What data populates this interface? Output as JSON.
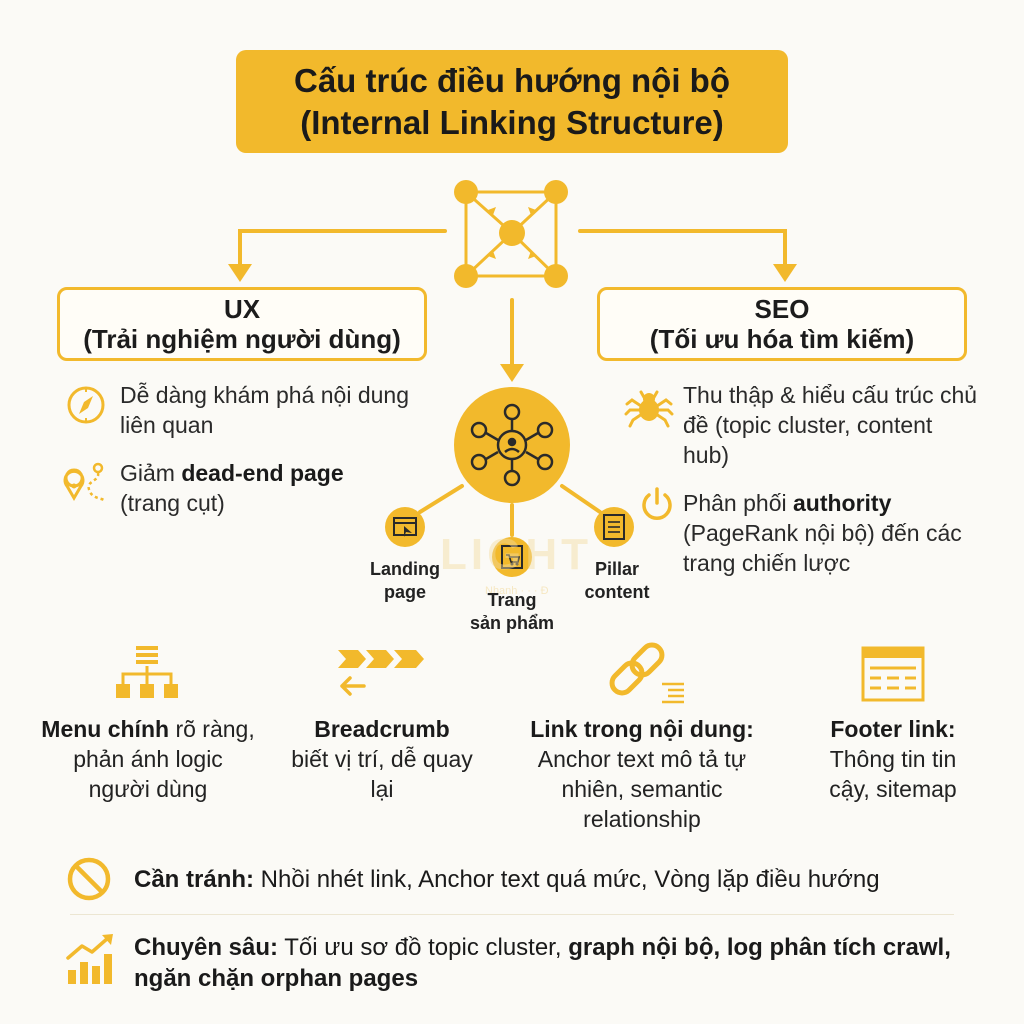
{
  "title": {
    "line1": "Cấu trúc điều hướng nội bộ",
    "line2": "(Internal Linking Structure)"
  },
  "ux": {
    "title": "UX",
    "subtitle": "(Trải nghiệm người dùng)",
    "item1": "Dễ dàng khám phá nội dung liên quan",
    "item2_pre": "Giảm ",
    "item2_bold": "dead-end page",
    "item2_post": "(trang cụt)"
  },
  "seo": {
    "title": "SEO",
    "subtitle": "(Tối ưu hóa tìm kiếm)",
    "item1": "Thu thập & hiểu cấu trúc chủ đề (topic cluster, content hub)",
    "item2_pre": "Phân phối ",
    "item2_bold": "authority",
    "item2_post": "(PageRank nội bộ) đến các trang chiến lược"
  },
  "hub": {
    "landing_1": "Landing",
    "landing_2": "page",
    "product_1": "Trang",
    "product_2": "sản phẩm",
    "pillar_1": "Pillar",
    "pillar_2": "content"
  },
  "watermark": {
    "main": "LIGHT",
    "sub": "Nhanh · · · Đ"
  },
  "columns": [
    {
      "bold": "Menu chính",
      "rest": " rõ ràng, phản ánh logic người dùng"
    },
    {
      "bold": "Breadcrumb",
      "rest": "biết vị trí, dễ quay lại"
    },
    {
      "bold": "Link trong nội dung:",
      "rest": "Anchor text mô tả tự nhiên, semantic relationship"
    },
    {
      "bold": "Footer link:",
      "rest": "Thông tin tin cậy, sitemap"
    }
  ],
  "avoid": {
    "label": "Cần tránh:",
    "text": " Nhồi nhét link, Anchor text quá mức, Vòng lặp điều hướng"
  },
  "advanced": {
    "label": "Chuyên sâu:",
    "text1": " Tối ưu sơ đồ topic cluster, ",
    "bold1": "graph nội bộ, log phân tích crawl, ngăn chặn orphan pages"
  },
  "colors": {
    "accent": "#f2b92c",
    "text": "#1a1a1a",
    "background": "#fbfaf6"
  }
}
